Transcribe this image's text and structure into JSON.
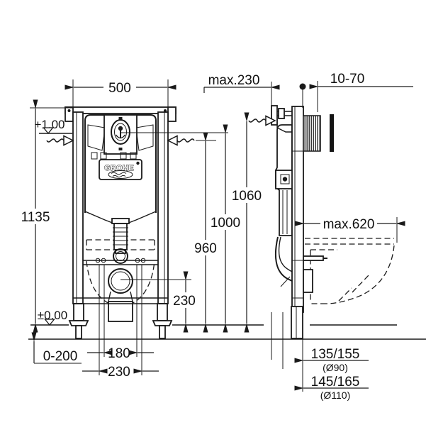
{
  "drawing": {
    "brand": "GROHE",
    "dims": {
      "frame_width": "500",
      "top_offset": "max.230",
      "wall_clearance": "10-70",
      "frame_height": "1135",
      "level_upper": "+1,00",
      "level_floor": "±0,00",
      "h_bracket": "1060",
      "h_actuator": "1000",
      "h_fixing": "960",
      "h_outlet": "230",
      "floor_buildup": "0-200",
      "bolt_spacing": "180",
      "outlet_spacing": "230",
      "depth_max": "max.620",
      "drain_pos_90": "135/155",
      "drain_dia_90": "(Ø90)",
      "drain_pos_110": "145/165",
      "drain_dia_110": "(Ø110)"
    },
    "colors": {
      "line": "#1a1a1a",
      "background": "#ffffff"
    },
    "icons": {
      "wavy_wall_arrow": "squiggle-arrow",
      "level_marker": "open-triangle",
      "fixing_point": "filled-dot"
    }
  }
}
